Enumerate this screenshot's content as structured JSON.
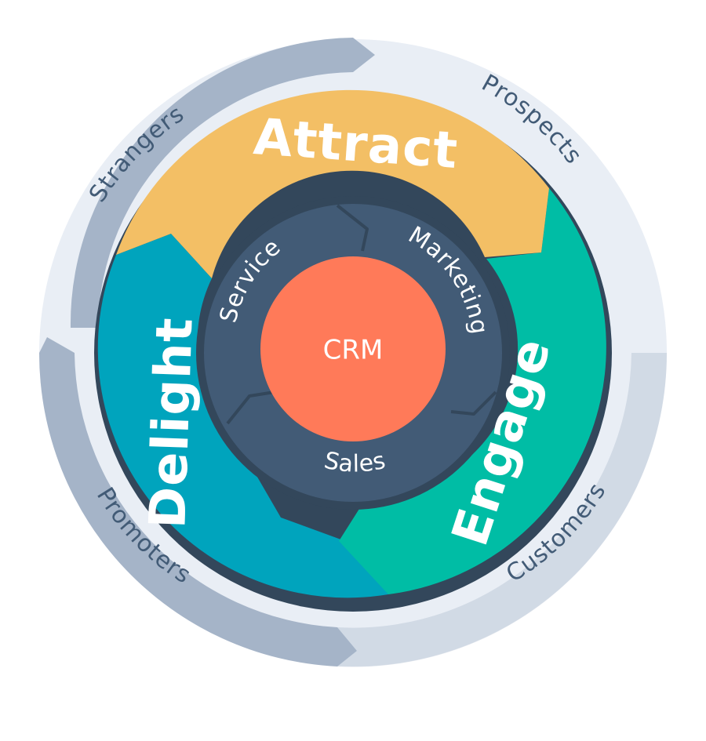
{
  "diagram": {
    "core": {
      "label": "CRM",
      "color": "#ff7a59"
    },
    "departments": [
      {
        "id": "service",
        "label": "Service"
      },
      {
        "id": "marketing",
        "label": "Marketing"
      },
      {
        "id": "sales",
        "label": "Sales"
      }
    ],
    "departments_color": "#425b76",
    "phases": [
      {
        "id": "attract",
        "label": "Attract",
        "color": "#f3bf65"
      },
      {
        "id": "engage",
        "label": "Engage",
        "color": "#00bda5"
      },
      {
        "id": "delight",
        "label": "Delight",
        "color": "#00a4bd"
      }
    ],
    "stages": [
      {
        "id": "strangers",
        "label": "Strangers"
      },
      {
        "id": "prospects",
        "label": "Prospects"
      },
      {
        "id": "customers",
        "label": "Customers"
      },
      {
        "id": "promoters",
        "label": "Promoters"
      }
    ],
    "colors": {
      "outline": "#33475b",
      "stage_text": "#425b76",
      "outer_ring_dark": "#a5b4c8",
      "outer_ring_light": "#e9eef5",
      "label_white": "#ffffff"
    }
  }
}
